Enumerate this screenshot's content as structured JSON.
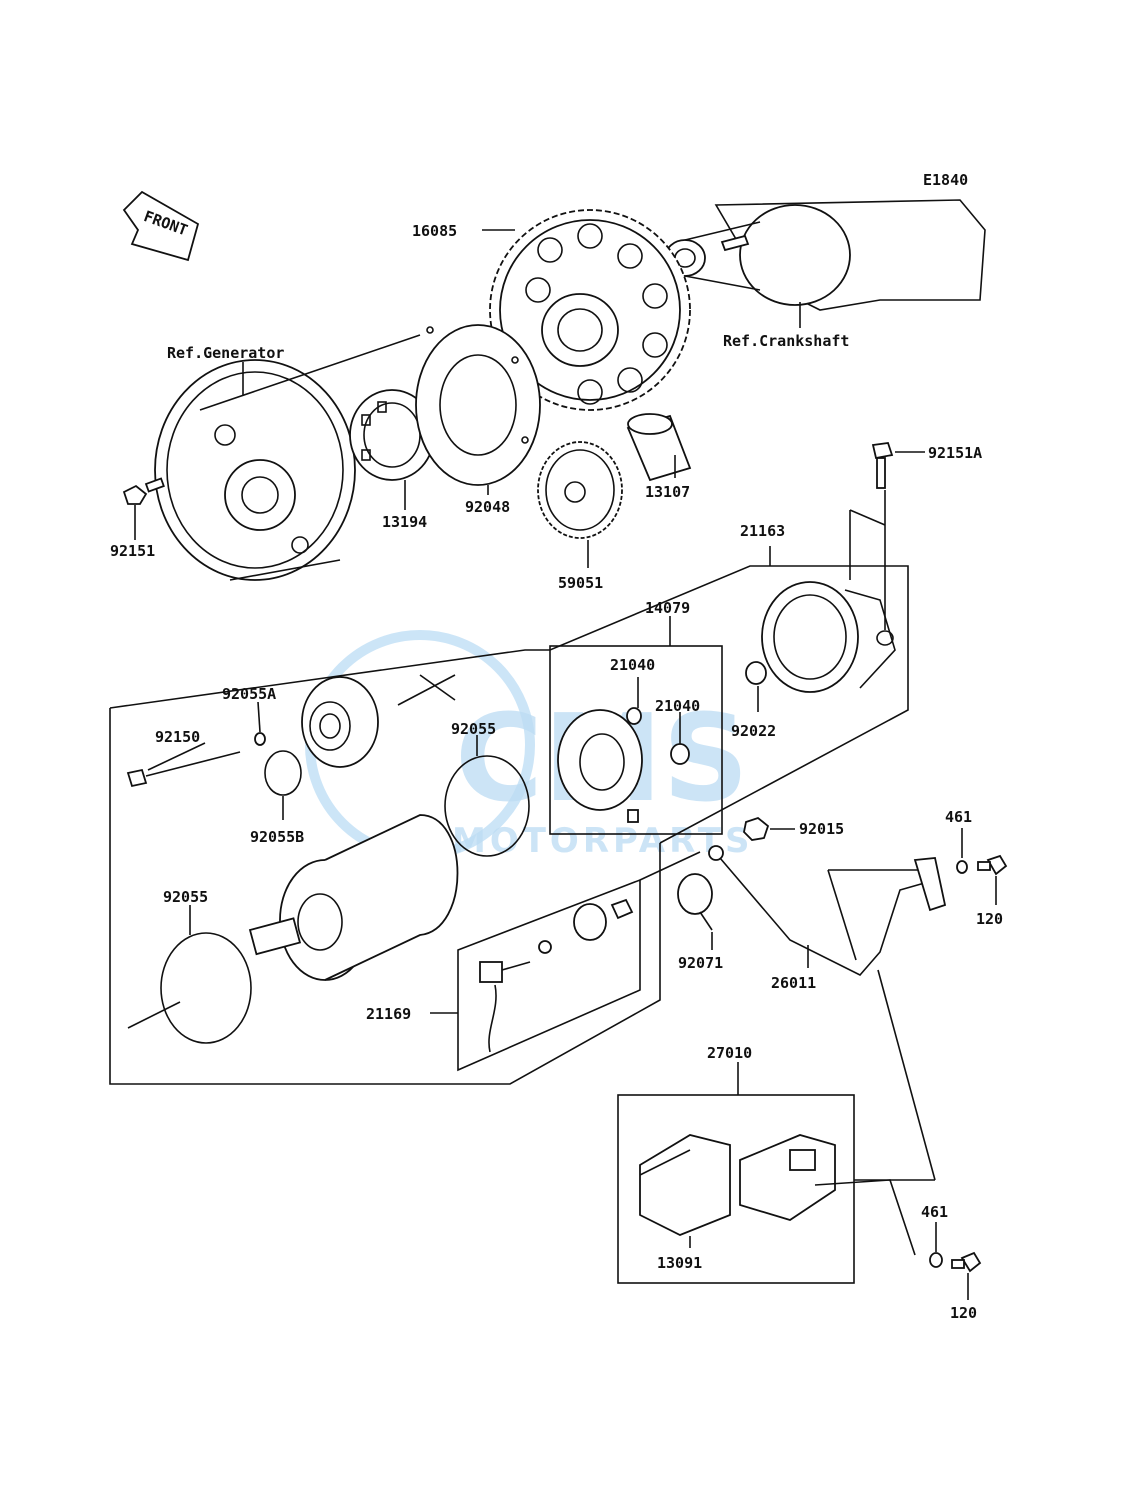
{
  "diagram_code": "E1840",
  "front_label": "FRONT",
  "watermark": {
    "brand": "CMS",
    "sub": "MOTORPARTS"
  },
  "refs": {
    "generator": "Ref.Generator",
    "crankshaft": "Ref.Crankshaft"
  },
  "parts": {
    "p16085": "16085",
    "p92048": "92048",
    "p13194": "13194",
    "p13107": "13107",
    "p59051": "59051",
    "p92151": "92151",
    "p92151a": "92151A",
    "p21163": "21163",
    "p14079": "14079",
    "p21040a": "21040",
    "p21040b": "21040",
    "p92022": "92022",
    "p92055a": "92055A",
    "p92150": "92150",
    "p92055_top": "92055",
    "p92055b": "92055B",
    "p92055_left": "92055",
    "p92015": "92015",
    "p461_top": "461",
    "p120_top": "120",
    "p92071": "92071",
    "p26011": "26011",
    "p21169": "21169",
    "p27010": "27010",
    "p13091": "13091",
    "p461_bot": "461",
    "p120_bot": "120"
  }
}
